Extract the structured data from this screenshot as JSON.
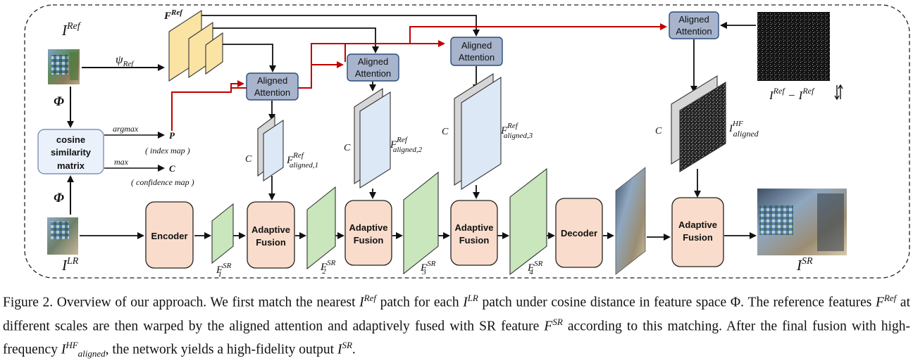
{
  "figure": {
    "labels": {
      "i_ref": "I",
      "i_ref_sup": "Ref",
      "i_lr": "I",
      "i_lr_sup": "LR",
      "i_sr": "I",
      "i_sr_sup": "SR",
      "f_ref": "F",
      "f_ref_sup": "Ref",
      "psi_ref": "ψ",
      "psi_ref_sub": "Ref",
      "phi_top": "Φ",
      "phi_bottom": "Φ",
      "argmax": "argmax",
      "max": "max",
      "p": "P",
      "index_map": "( index map )",
      "c": "C",
      "confidence_map": "( confidence map )",
      "cosine_line1": "cosine",
      "cosine_line2": "similarity",
      "cosine_line3": "matrix",
      "aligned_line1": "Aligned",
      "aligned_line2": "Attention",
      "encoder": "Encoder",
      "decoder": "Decoder",
      "adaptive_line1": "Adaptive",
      "adaptive_line2": "Fusion",
      "c_letter": "C",
      "f_aligned": "F",
      "f_aligned_sup": "Ref",
      "f_aligned_sub1": "aligned,1",
      "f_aligned_sub2": "aligned,2",
      "f_aligned_sub3": "aligned,3",
      "i_hf": "I",
      "i_hf_sup": "HF",
      "i_hf_sub": "aligned",
      "i_ref_minus": "I",
      "i_ref_minus_sup1": "Ref",
      "minus": " − ",
      "i_ref_minus_sup2": "Ref",
      "f_sr": "F",
      "f_sr_sup": "SR",
      "f_sr_sub1": "1",
      "f_sr_sub2": "2",
      "f_sr_sub3": "3",
      "f_sr_sub4": "4"
    },
    "colors": {
      "ref_feature": "#fbe3a3",
      "aligned_feature": "#dce8f5",
      "sr_feature": "#c9e6bd",
      "aligned_attention": "#a7b4cc",
      "encoder_fusion": "#f9dccb",
      "cosine_box": "#eaf1fa",
      "red_arrow": "#c00000"
    }
  },
  "caption": {
    "part1": "Figure 2. Overview of our approach. We first match the nearest ",
    "i": "I",
    "ref": "Ref",
    "part2": " patch for each ",
    "lr": "LR",
    "part3": " patch under cosine distance in feature space Φ. The reference features ",
    "f": "F",
    "part4": " at different scales are then warped by the aligned attention and adaptively fused with SR feature ",
    "sr": "SR",
    "part5": " according to this matching. After the final fusion with high-frequency ",
    "hf": "HF",
    "aligned": "aligned",
    "part6": ", the network yields a high-fidelity output ",
    "part7": "."
  }
}
